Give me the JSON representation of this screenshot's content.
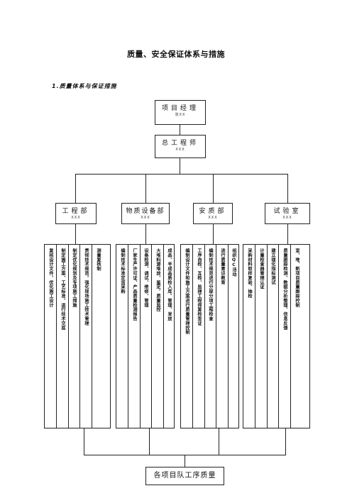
{
  "title": "质量、安全保证体系与措施",
  "section_heading": "1.质量体系与保证措施",
  "org": {
    "pm": {
      "label": "项目经理",
      "sub": "张XX"
    },
    "chief_engineer": {
      "label": "总工程师",
      "sub": "XXX"
    },
    "departments": [
      {
        "label": "工程部",
        "sub": "XXX",
        "duties": [
          "复核设计文件，优化施工设计",
          "制定施工方案、工艺标准，进行技术交底",
          "制定优化规划及专项施工措施",
          "贯彻技术规范，强化现场施工技术管理",
          "测量复核制"
        ]
      },
      {
        "label": "物质设备部",
        "sub": "XXX",
        "duties": [
          "编制技术标准定货采购",
          "厂家生产许可证、产品质量检测报告",
          "设备检测、调试、维修、管理",
          "大堆料源堆放、鉴定，质量监控",
          "成品、半成品质检入库，管理、发放"
        ]
      },
      {
        "label": "安质部",
        "sub": "XXX",
        "duties": [
          "编制设计文件和施工方案进行质量管理控制",
          "工序自检、互检、监理工程师复检签证",
          "编制技术规范进行分部分项工程检查",
          "进行质量意识教育",
          "组织QC活动"
        ]
      },
      {
        "label": "试验室",
        "sub": "XXX",
        "duties": [
          "采购材料取样复验、抽检",
          "计量检查器管理认证",
          "建立理化指标测试",
          "质量跟踪检测、数据分析整理、信息反馈",
          "室、堆、新项目质量跟踪控制"
        ]
      }
    ],
    "bottom": "各项目队工序质量"
  }
}
